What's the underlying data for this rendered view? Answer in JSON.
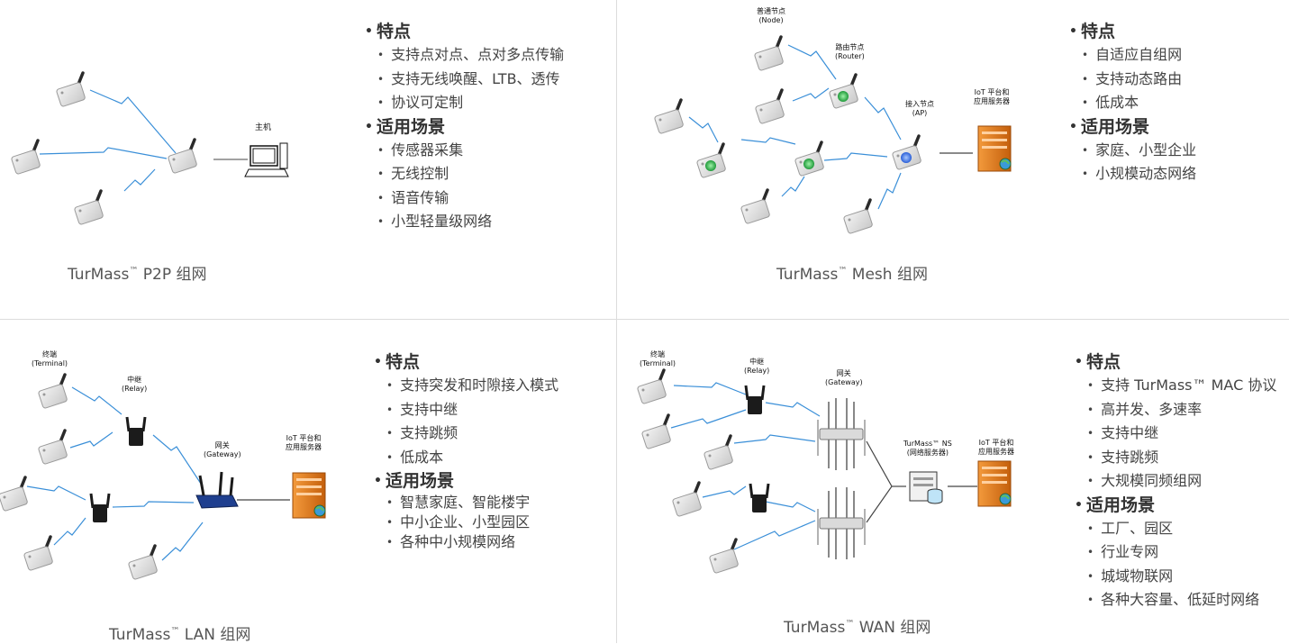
{
  "p2p": {
    "caption_prefix": "TurMass",
    "caption_tm": "™",
    "caption_suffix": " P2P 组网",
    "host_label": "主机",
    "features_title": "特点",
    "features": [
      "支持点对点、点对多点传输",
      "支持无线唤醒、LTB、透传",
      "协议可定制"
    ],
    "scenarios_title": "适用场景",
    "scenarios": [
      "传感器采集",
      "无线控制",
      "语音传输",
      "小型轻量级网络"
    ]
  },
  "mesh": {
    "caption_prefix": "TurMass",
    "caption_tm": "™",
    "caption_suffix": " Mesh 组网",
    "node_label": "普通节点",
    "node_label_en": "(Node)",
    "router_label": "路由节点",
    "router_label_en": "(Router)",
    "ap_label": "接入节点",
    "ap_label_en": "(AP)",
    "server_label_1": "IoT 平台和",
    "server_label_2": "应用服务器",
    "features_title": "特点",
    "features": [
      "自适应自组网",
      "支持动态路由",
      "低成本"
    ],
    "scenarios_title": "适用场景",
    "scenarios": [
      "家庭、小型企业",
      "小规模动态网络"
    ]
  },
  "lan": {
    "caption_prefix": "TurMass",
    "caption_tm": "™",
    "caption_suffix": " LAN 组网",
    "terminal_label": "终端",
    "terminal_label_en": "(Terminal)",
    "relay_label": "中继",
    "relay_label_en": "(Relay)",
    "gateway_label": "网关",
    "gateway_label_en": "(Gateway)",
    "server_label_1": "IoT 平台和",
    "server_label_2": "应用服务器",
    "features_title": "特点",
    "features": [
      "支持突发和时隙接入模式",
      "支持中继",
      "支持跳频",
      "低成本"
    ],
    "scenarios_title": "适用场景",
    "scenarios": [
      "智慧家庭、智能楼宇",
      "中小企业、小型园区",
      "各种中小规模网络"
    ]
  },
  "wan": {
    "caption_prefix": "TurMass",
    "caption_tm": "™",
    "caption_suffix": " WAN 组网",
    "terminal_label": "终端",
    "terminal_label_en": "(Terminal)",
    "relay_label": "中继",
    "relay_label_en": "(Relay)",
    "gateway_label": "网关",
    "gateway_label_en": "(Gateway)",
    "ns_label": "TurMass™ NS",
    "ns_label_en": "(网络服务器)",
    "server_label_1": "IoT 平台和",
    "server_label_2": "应用服务器",
    "features_title": "特点",
    "features": [
      "支持 TurMass™  MAC 协议",
      "高并发、多速率",
      "支持中继",
      "支持跳频",
      "大规模同频组网"
    ],
    "scenarios_title": "适用场景",
    "scenarios": [
      "工厂、园区",
      "行业专网",
      "城域物联网",
      "各种大容量、低延时网络"
    ]
  },
  "colors": {
    "wave": "#3a8fd8",
    "server": "#e07b1a",
    "router_green": "#2eaa4a",
    "ap_blue": "#2f6fe0",
    "gateway_blue": "#1f3f8f"
  }
}
